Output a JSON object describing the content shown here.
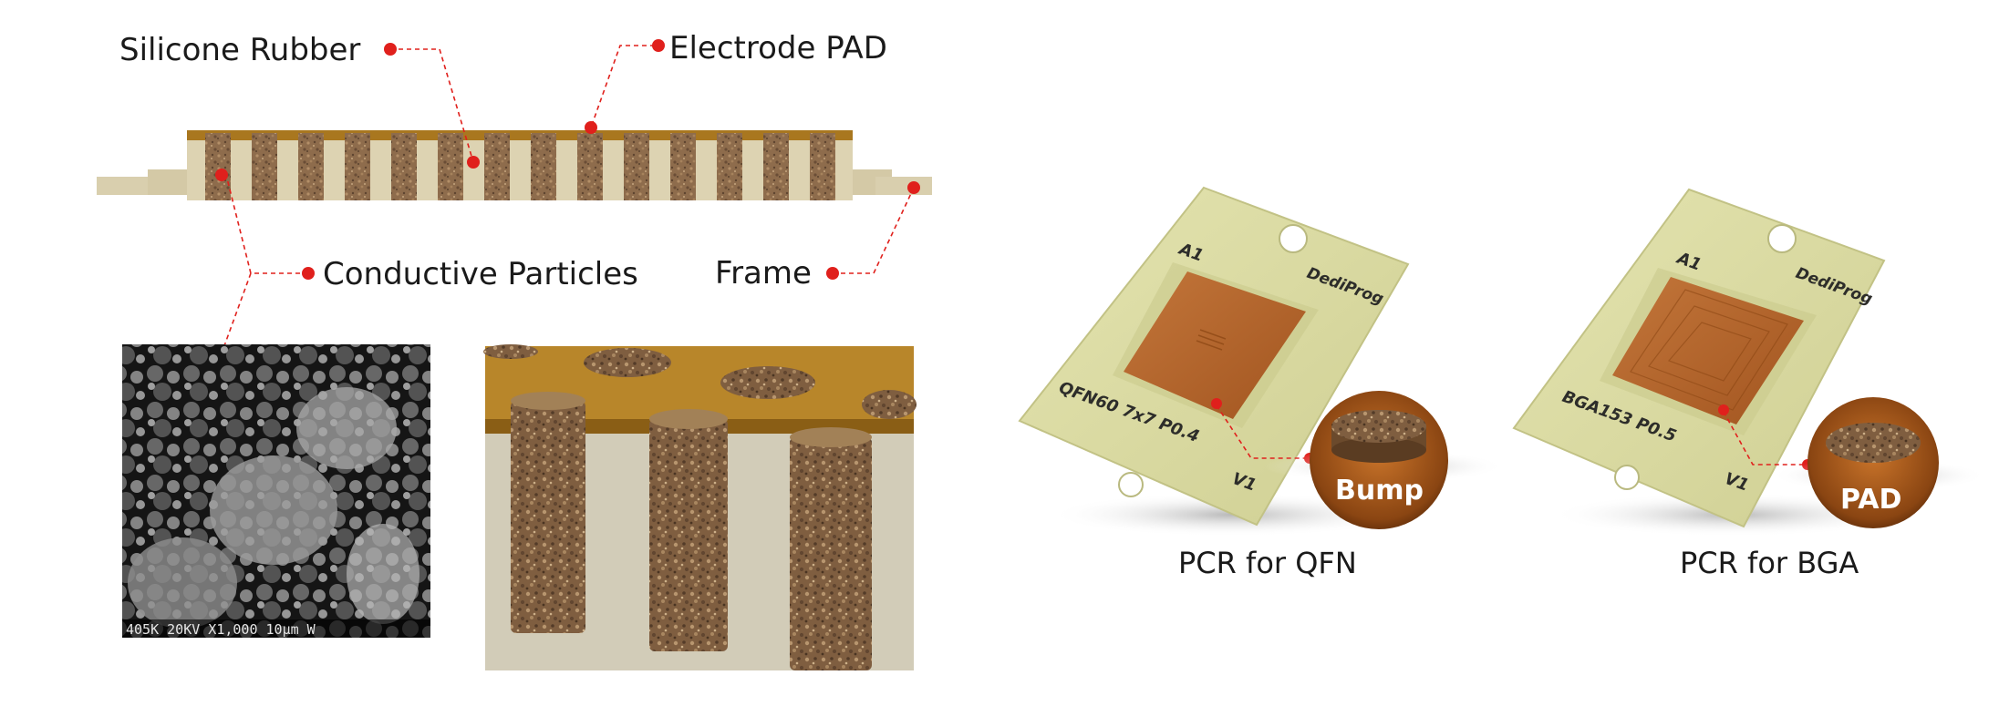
{
  "callouts": {
    "silicone_rubber": "Silicone Rubber",
    "electrode_pad": "Electrode PAD",
    "conductive_particles": "Conductive Particles",
    "frame": "Frame"
  },
  "sem_image": {
    "footer": "405K  20KV  X1,000  10µm W"
  },
  "cards": [
    {
      "corner_mark": "A1",
      "brand": "DediProg",
      "part_code": "QFN60 7x7 P0.4",
      "version": "V1",
      "magnifier_label": "Bump",
      "caption": "PCR for QFN"
    },
    {
      "corner_mark": "A1",
      "brand": "DediProg",
      "part_code": "BGA153 P0.5",
      "version": "V1",
      "magnifier_label": "PAD",
      "caption": "PCR for BGA"
    }
  ],
  "colors": {
    "accent_red": "#e0201c",
    "rubber": "#d9cfae",
    "electrode": "#a9771f",
    "particles": "#8f6a47",
    "card": "#dcdca2",
    "pad_orange": "#b8652a"
  }
}
